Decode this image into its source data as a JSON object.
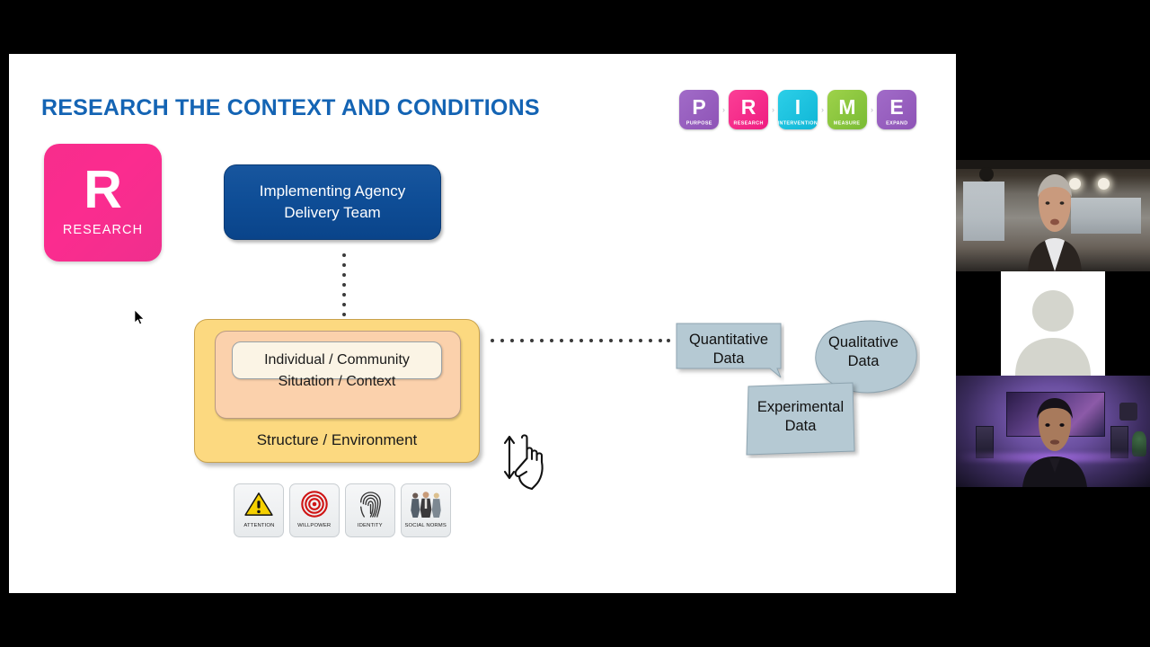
{
  "slide": {
    "title": "RESEARCH THE CONTEXT AND CONDITIONS",
    "title_color": "#1464b4",
    "background": "#ffffff"
  },
  "prime": {
    "badges": [
      {
        "letter": "P",
        "caption": "PURPOSE",
        "color": "#9b5fc0"
      },
      {
        "letter": "R",
        "caption": "RESEARCH",
        "color": "#f72d8c"
      },
      {
        "letter": "I",
        "caption": "INTERVENTION",
        "color": "#16bedd"
      },
      {
        "letter": "M",
        "caption": "MEASURE",
        "color": "#8cc63f"
      },
      {
        "letter": "E",
        "caption": "EXPAND",
        "color": "#9b5fc0"
      }
    ],
    "separator": "›"
  },
  "research_tile": {
    "letter": "R",
    "caption": "RESEARCH",
    "color": "#f72d8c"
  },
  "agency_box": {
    "label": "Implementing Agency\nDelivery Team",
    "color": "#0e4d96"
  },
  "environment": {
    "inner_label": "Individual / Community",
    "mid_label": "Situation / Context",
    "outer_label": "Structure / Environment",
    "inner_color": "#fbf4e5",
    "mid_color": "#fbd1ac",
    "outer_color": "#fcd980"
  },
  "data_shapes": {
    "fill": "#b5c9d3",
    "items": [
      {
        "name": "quantitative",
        "label": "Quantitative\nData",
        "shape": "callout-rectangle"
      },
      {
        "name": "qualitative",
        "label": "Qualitative\nData",
        "shape": "cloud-oval"
      },
      {
        "name": "experimental",
        "label": "Experimental\nData",
        "shape": "parallelogram"
      }
    ]
  },
  "behaviour_icons": [
    {
      "caption": "ATTENTION",
      "icon": "warning-triangle-icon"
    },
    {
      "caption": "WILLPOWER",
      "icon": "target-icon"
    },
    {
      "caption": "IDENTITY",
      "icon": "fingerprint-icon"
    },
    {
      "caption": "SOCIAL NORMS",
      "icon": "people-group-icon"
    }
  ],
  "annotations": {
    "gesture": "hand-pointer-gesture-icon",
    "cursor": "mouse-pointer-icon",
    "connector_vertical": "dotted-line",
    "connector_horizontal": "dotted-line"
  },
  "toolbar": {
    "buttons": [
      {
        "name": "previous-slide-button",
        "icon": "arrow-left-icon"
      },
      {
        "name": "annotate-pen-button",
        "icon": "pen-icon"
      },
      {
        "name": "slide-notes-button",
        "icon": "screen-icon"
      },
      {
        "name": "more-options-button",
        "icon": "ellipsis-icon"
      },
      {
        "name": "next-slide-button",
        "icon": "arrow-right-icon"
      }
    ]
  },
  "video_tiles": [
    {
      "name": "participant-tile-1",
      "description": "presenter in office"
    },
    {
      "name": "participant-tile-2",
      "description": "default avatar placeholder"
    },
    {
      "name": "participant-tile-3",
      "description": "participant in purple-lit room"
    }
  ]
}
